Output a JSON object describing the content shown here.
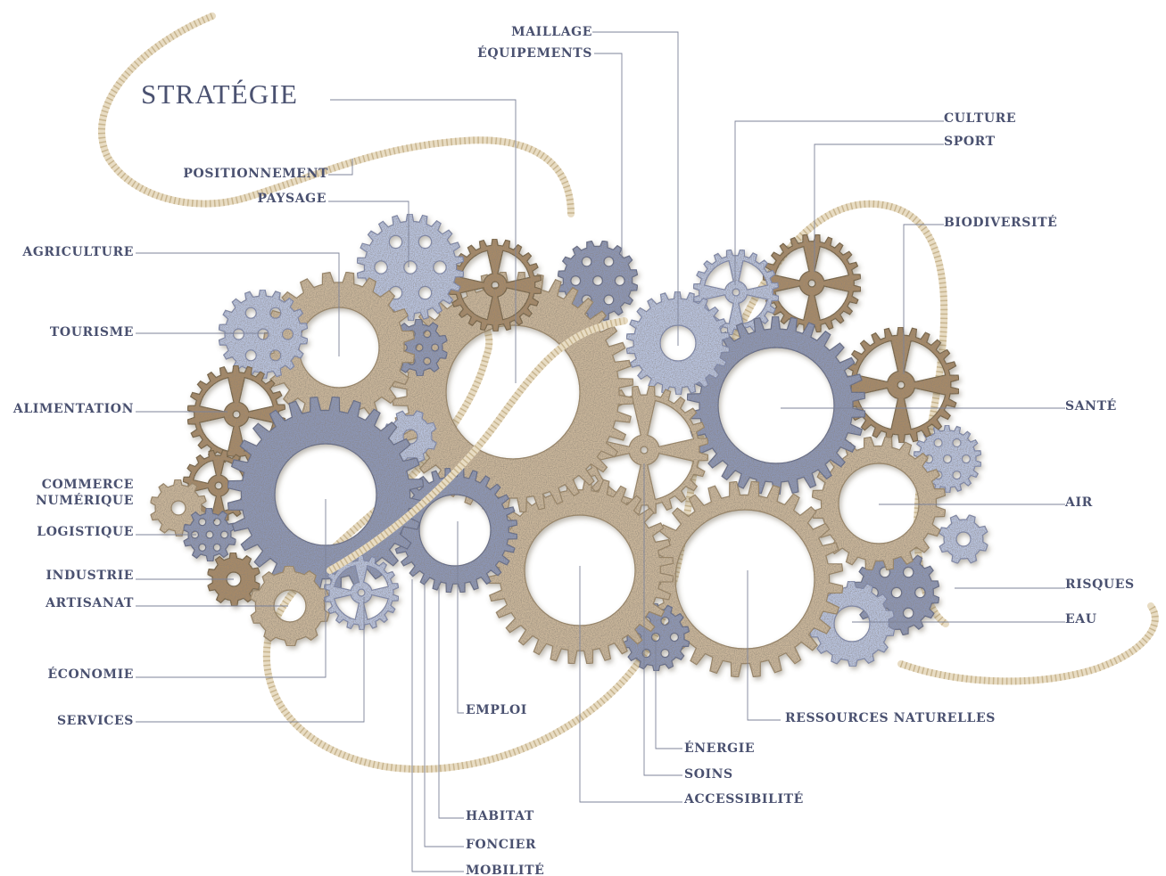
{
  "title": "STRATÉGIE",
  "colors": {
    "text": "#4a5170",
    "gear_tan": "#cbb79b",
    "gear_blue": "#8c97b8",
    "gear_light_blue": "#b9c4e0",
    "gear_bronze": "#a88a66",
    "rope": "#e8dcc3"
  },
  "labels": {
    "maillage": "MAILLAGE",
    "equipements": "ÉQUIPEMENTS",
    "culture": "CULTURE",
    "sport": "SPORT",
    "positionnement": "POSITIONNEMENT",
    "paysage": "PAYSAGE",
    "biodiversite": "BIODIVERSITÉ",
    "agriculture": "AGRICULTURE",
    "tourisme": "TOURISME",
    "alimentation": "ALIMENTATION",
    "sante": "SANTÉ",
    "commerce": "COMMERCE",
    "numerique": "NUMÉRIQUE",
    "air": "AIR",
    "logistique": "LOGISTIQUE",
    "industrie": "INDUSTRIE",
    "artisanat": "ARTISANAT",
    "risques": "RISQUES",
    "eau": "EAU",
    "economie": "ÉCONOMIE",
    "emploi": "EMPLOI",
    "services": "SERVICES",
    "ressources_naturelles": "RESSOURCES NATURELLES",
    "energie": "ÉNERGIE",
    "soins": "SOINS",
    "accessibilite": "ACCESSIBILITÉ",
    "habitat": "HABITAT",
    "foncier": "FONCIER",
    "mobilite": "MOBILITÉ"
  }
}
